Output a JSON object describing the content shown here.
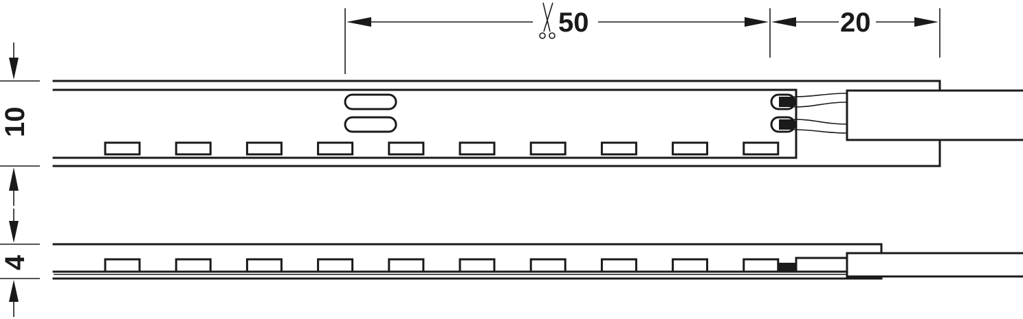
{
  "dimensions": {
    "cut_length": "50",
    "connector_length": "20",
    "width": "10",
    "height": "4"
  },
  "icons": {
    "cut_mark": "scissors-icon"
  },
  "colors": {
    "line": "#1a1a1a",
    "background": "#ffffff"
  },
  "led_count_per_view": 10
}
